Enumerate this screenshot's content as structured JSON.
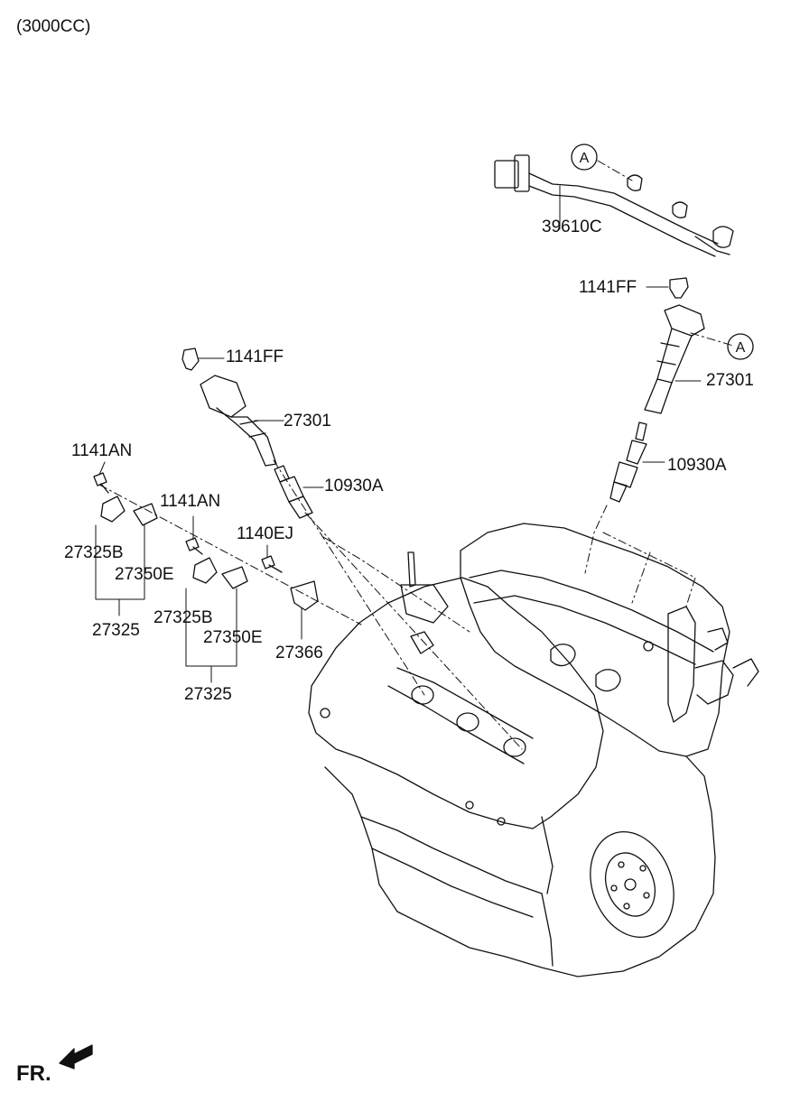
{
  "header": {
    "variant": "(3000CC)"
  },
  "callout_ref": "A",
  "parts": {
    "harness": "39610C",
    "bolt_right": "1141FF",
    "coil_right": "27301",
    "plug_right": "10930A",
    "bolt_left": "1141FF",
    "coil_left": "27301",
    "plug_left": "10930A",
    "bolt_an_1": "1141AN",
    "bolt_an_2": "1141AN",
    "bolt_ej": "1140EJ",
    "sensor_1": "27325B",
    "bracket_1": "27350E",
    "assy_1": "27325",
    "sensor_2": "27325B",
    "bracket_2": "27350E",
    "assy_2": "27325",
    "condenser": "27366"
  },
  "direction": {
    "label": "FR."
  },
  "colors": {
    "line": "#111111",
    "background": "#ffffff"
  }
}
